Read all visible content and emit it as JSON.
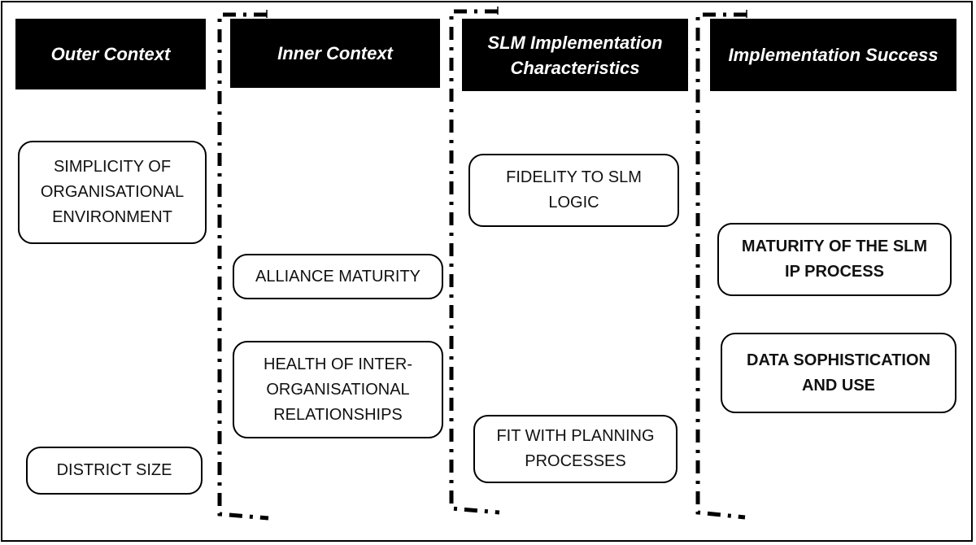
{
  "columns": [
    {
      "header": "Outer Context"
    },
    {
      "header": "Inner  Context"
    },
    {
      "header": "SLM Implementation\nCharacteristics"
    },
    {
      "header": "Implementation Success"
    }
  ],
  "factors": {
    "simplicity": "SIMPLICITY OF\nORGANISATIONAL\nENVIRONMENT",
    "district_size": "DISTRICT SIZE",
    "alliance_maturity": "ALLIANCE MATURITY",
    "health": "HEALTH OF INTER-\nORGANISATIONAL\nRELATIONSHIPS",
    "fidelity": "FIDELITY TO SLM\nLOGIC",
    "fit": "FIT WITH PLANNING\nPROCESSES",
    "maturity_ip": "MATURITY OF THE SLM\nIP PROCESS",
    "data_sophistication": "DATA SOPHISTICATION\nAND USE"
  }
}
